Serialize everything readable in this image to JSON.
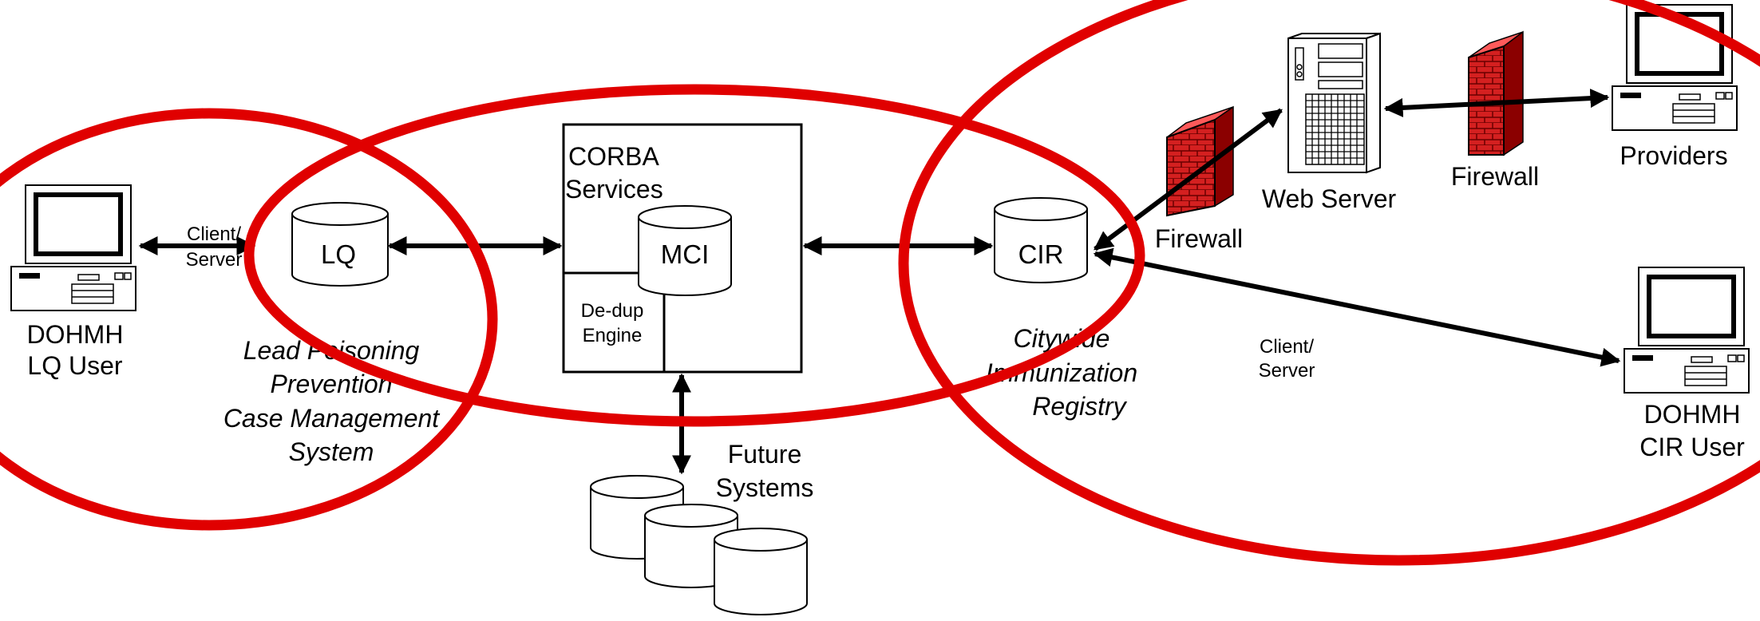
{
  "nodes": {
    "lq_user": {
      "line1": "DOHMH",
      "line2": "LQ User"
    },
    "lq_db": "LQ",
    "corba": {
      "line1": "CORBA",
      "line2": "Services"
    },
    "mci_db": "MCI",
    "dedup": {
      "line1": "De-dup",
      "line2": "Engine"
    },
    "cir_db": "CIR",
    "web_server": "Web Server",
    "firewall_left": "Firewall",
    "firewall_right": "Firewall",
    "providers": "Providers",
    "cir_user": {
      "line1": "DOHMH",
      "line2": "CIR User"
    },
    "future_systems": {
      "line1": "Future",
      "line2": "Systems"
    }
  },
  "connection_labels": {
    "lq_client_server": {
      "line1": "Client/",
      "line2": "Server"
    },
    "cir_client_server": {
      "line1": "Client/",
      "line2": "Server"
    }
  },
  "system_labels": {
    "lead": [
      "Lead Poisoning",
      "Prevention",
      "Case Management",
      "System"
    ],
    "cir": [
      "Citywide",
      "Immunization",
      "Registry"
    ]
  },
  "colors": {
    "ring": "#e00000",
    "firewall_brick": "#d42020",
    "line": "#000000"
  }
}
